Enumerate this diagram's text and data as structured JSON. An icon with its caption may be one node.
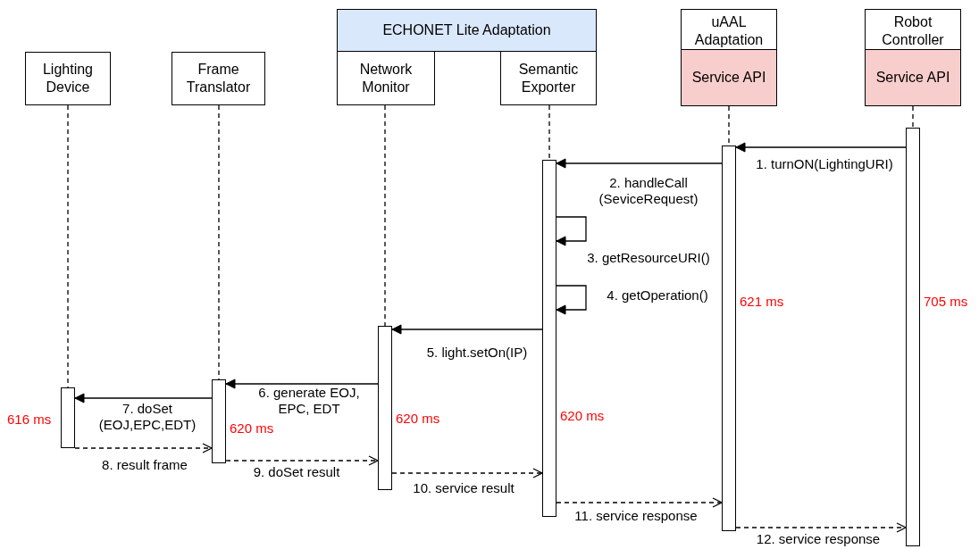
{
  "diagram": {
    "nodes": [
      {
        "text": [
          "Lighting Device"
        ]
      },
      {
        "text": [
          "Frame Translator"
        ]
      },
      {
        "text": [
          "ECHONET Lite Adaptation"
        ]
      },
      {
        "text": [
          "Network Monitor"
        ]
      },
      {
        "text": [
          "Semantic Exporter"
        ]
      },
      {
        "text": [
          "uAAL Adaptation"
        ]
      },
      {
        "text": [
          "Service API"
        ],
        "in": 5
      },
      {
        "text": [
          "Robot Controller"
        ]
      },
      {
        "text": [
          "Service API"
        ],
        "in": 7
      },
      {
        "text": [],
        "shape": "bar",
        "beside": [
          "616 ms"
        ]
      },
      {
        "text": [],
        "shape": "bar",
        "beside": [
          "620 ms"
        ]
      },
      {
        "text": [],
        "shape": "bar",
        "beside": [
          "620 ms"
        ]
      },
      {
        "text": [],
        "shape": "bar",
        "beside": [
          "620 ms"
        ]
      },
      {
        "text": [],
        "shape": "bar",
        "beside": [
          "621 ms"
        ]
      },
      {
        "text": [],
        "shape": "bar",
        "beside": [
          "705 ms"
        ]
      }
    ],
    "edges": [
      {
        "from": 0,
        "to": 9,
        "arrow": "none",
        "style": "dashed"
      },
      {
        "from": 1,
        "to": 10,
        "arrow": "none",
        "style": "dashed"
      },
      {
        "from": 3,
        "to": 11,
        "arrow": "none",
        "style": "dashed"
      },
      {
        "from": 4,
        "to": 12,
        "arrow": "none",
        "style": "dashed"
      },
      {
        "from": 6,
        "to": 13,
        "arrow": "none",
        "style": "dashed"
      },
      {
        "from": 8,
        "to": 14,
        "arrow": "none",
        "style": "dashed"
      },
      {
        "from": 14,
        "to": 13,
        "arrow": "to",
        "label": "1. turnON(LightingURI)"
      },
      {
        "from": 13,
        "to": 12,
        "arrow": "to",
        "label": "2. handleCall (SeviceRequest)"
      },
      {
        "from": 12,
        "to": 12,
        "arrow": "to",
        "label": "3. getResourceURI()"
      },
      {
        "from": 12,
        "to": 12,
        "arrow": "to",
        "label": "4. getOperation()"
      },
      {
        "from": 12,
        "to": 11,
        "arrow": "to",
        "label": "5. light.setOn(IP)"
      },
      {
        "from": 11,
        "to": 10,
        "arrow": "to",
        "label": "6. generate EOJ, EPC, EDT"
      },
      {
        "from": 10,
        "to": 9,
        "arrow": "to",
        "label": "7. doSet (EOJ,EPC,EDT)"
      },
      {
        "from": 9,
        "to": 10,
        "arrow": "to",
        "label": "8. result frame",
        "style": "dashed"
      },
      {
        "from": 10,
        "to": 11,
        "arrow": "to",
        "label": "9. doSet result",
        "style": "dashed"
      },
      {
        "from": 11,
        "to": 12,
        "arrow": "to",
        "label": "10. service result",
        "style": "dashed"
      },
      {
        "from": 12,
        "to": 13,
        "arrow": "to",
        "label": "11. service response",
        "style": "dashed"
      },
      {
        "from": 13,
        "to": 14,
        "arrow": "to",
        "label": "12. service response",
        "style": "dashed"
      }
    ]
  }
}
